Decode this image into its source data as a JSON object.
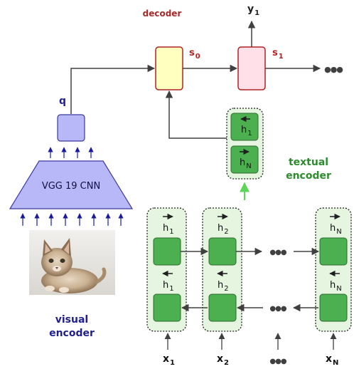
{
  "labels": {
    "decoder": "decoder",
    "s0_base": "s",
    "s0_sub": "0",
    "s1_base": "s",
    "s1_sub": "1",
    "y1_base": "y",
    "y1_sub": "1",
    "q": "q",
    "vgg": "VGG 19 CNN",
    "visual_line1": "visual",
    "visual_line2": "encoder",
    "textual_line1": "textual",
    "textual_line2": "encoder",
    "ellipsis": "●●●"
  },
  "hidden": {
    "h_base": "h",
    "sub_1": "1",
    "sub_2": "2",
    "sub_N": "N"
  },
  "inputs": {
    "x_base": "x",
    "x1_sub": "1",
    "x2_sub": "2",
    "xN_sub": "N"
  },
  "colors": {
    "decoder_label": "#a52a2a",
    "s_label": "#b22222",
    "visual_blue": "#1f1f8f",
    "textual_green": "#2e8b2e",
    "green_cell": "#4caf50",
    "green_cell_border": "#2e6b2e",
    "green_panel": "#e5f5e0",
    "purple_fill": "#b8b8f8",
    "purple_border": "#3a3aa0",
    "yellow_fill": "#ffffc0",
    "pink_fill": "#ffe0e8",
    "decoder_border": "#b22222",
    "arrow_gray": "#404040",
    "cnn_blue": "#1a1aa0"
  }
}
